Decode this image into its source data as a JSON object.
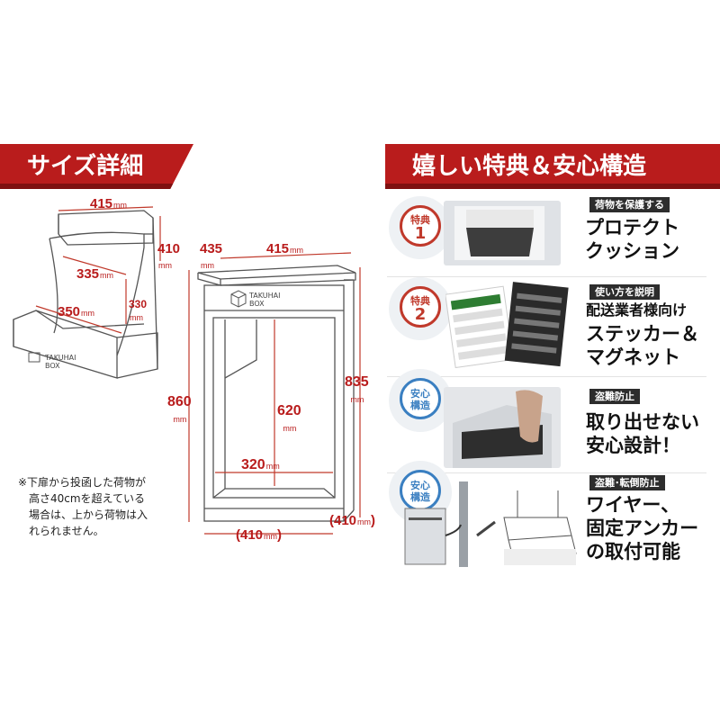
{
  "left": {
    "banner_title": "サイズ詳細",
    "diagram_open": {
      "top_width": {
        "value": "415",
        "unit": "mm"
      },
      "right_height": {
        "value": "410",
        "unit": "mm"
      },
      "inner_depth": {
        "value": "335",
        "unit": "mm"
      },
      "inner_side": {
        "value": "330",
        "unit": "mm"
      },
      "inner_width": {
        "value": "350",
        "unit": "mm"
      },
      "box_label_1": "TAKUHAI",
      "box_label_2": "BOX"
    },
    "diagram_front": {
      "top_depth": {
        "value": "435",
        "unit": "mm"
      },
      "top_width": {
        "value": "415",
        "unit": "mm"
      },
      "total_height": {
        "value": "860",
        "unit": "mm"
      },
      "body_height": {
        "value": "835",
        "unit": "mm"
      },
      "inner_height": {
        "value": "620",
        "unit": "mm"
      },
      "inner_width": {
        "value": "320",
        "unit": "mm"
      },
      "base_width": {
        "open": "(",
        "value": "410",
        "unit": "mm",
        "close": ")"
      },
      "base_depth": {
        "open": "(",
        "value": "410",
        "unit": "mm",
        "close": ")"
      },
      "box_label_1": "TAKUHAI",
      "box_label_2": "BOX"
    },
    "note_lines": [
      "※下扉から投函した荷物が",
      "高さ40cmを超えている",
      "場合は、上から荷物は入",
      "れられません。"
    ]
  },
  "right": {
    "banner_title": "嬉しい特典＆安心構造",
    "features": [
      {
        "badge_top": "特典",
        "badge_num": "1",
        "badge_color": "#c0392b",
        "tag": "荷物を保護する",
        "headline": [
          "プロテクト",
          "クッション"
        ]
      },
      {
        "badge_top": "特典",
        "badge_num": "2",
        "badge_color": "#c0392b",
        "tag": "使い方を説明",
        "subline": "配送業者様向け",
        "headline": [
          "ステッカー＆",
          "マグネット"
        ]
      },
      {
        "badge_top": "安心",
        "badge_bottom": "構造",
        "badge_color": "#3a7fc1",
        "tag": "盗難防止",
        "headline": [
          "取り出せない",
          "安心設計！"
        ]
      },
      {
        "badge_top": "安心",
        "badge_bottom": "構造",
        "badge_color": "#3a7fc1",
        "tag": "盗難･転倒防止",
        "headline": [
          "ワイヤー、",
          "固定アンカー",
          "の取付可能"
        ]
      }
    ]
  },
  "colors": {
    "accent_red": "#b91c1c",
    "badge_blue": "#3a7fc1",
    "tag_dark": "#2d2d2d"
  }
}
